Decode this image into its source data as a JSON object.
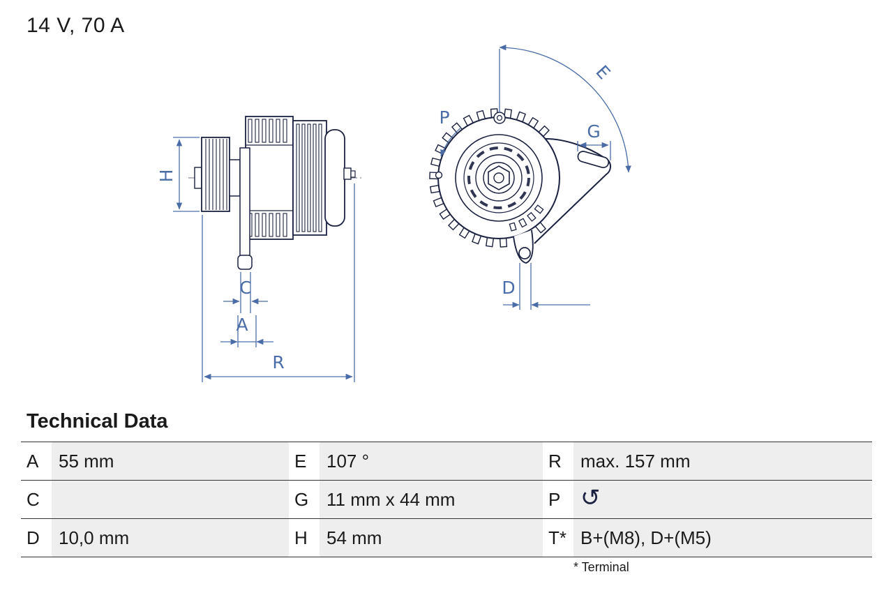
{
  "header": {
    "rating": "14 V, 70 A"
  },
  "diagram": {
    "dim_labels": {
      "H": "H",
      "C": "C",
      "A": "A",
      "R": "R",
      "P": "P",
      "E": "E",
      "G": "G",
      "D": "D"
    },
    "colors": {
      "ink": "#1b2140",
      "dimension": "#4a6da7"
    }
  },
  "table": {
    "title": "Technical Data",
    "rows": [
      {
        "cells": [
          {
            "label": "A",
            "value": "55 mm"
          },
          {
            "label": "E",
            "value": "107 °"
          },
          {
            "label": "R",
            "value": "max. 157 mm"
          }
        ]
      },
      {
        "cells": [
          {
            "label": "C",
            "value": ""
          },
          {
            "label": "G",
            "value": "11 mm x 44 mm"
          },
          {
            "label": "P",
            "value": ""
          }
        ]
      },
      {
        "cells": [
          {
            "label": "D",
            "value": "10,0 mm"
          },
          {
            "label": "H",
            "value": "54 mm"
          },
          {
            "label": "T*",
            "value": "B+(M8), D+(M5)"
          }
        ]
      }
    ],
    "rotation_icon": "↺",
    "footnote": "* Terminal"
  }
}
